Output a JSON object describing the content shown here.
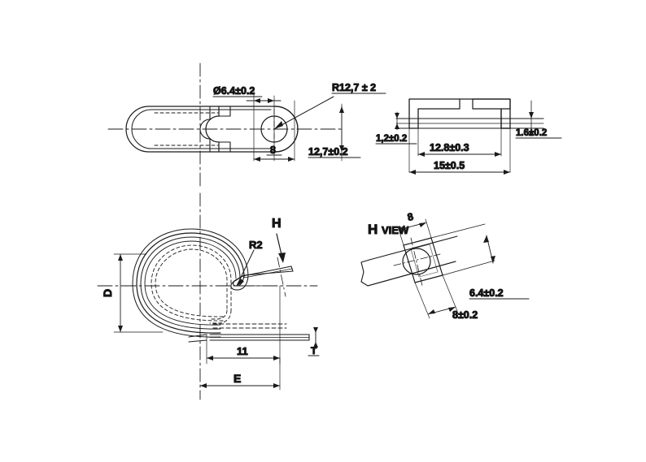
{
  "drawing": {
    "title_domain": "engineering-drawing",
    "background_color": "#ffffff",
    "line_color": "#1a1a1a",
    "views": {
      "plan": {
        "name": "plan-view",
        "annotations": {
          "hole_diameter": "Ø6.4±0.2",
          "corner_radius": "R12,7 ± 2",
          "hole_edge_distance": "8",
          "strap_width": "12,7±0.2"
        }
      },
      "section": {
        "name": "section-view",
        "annotations": {
          "wall_left": "1,2±0.2",
          "wall_right": "1.6±0.2",
          "inner_width": "12.8±0.3",
          "outer_width": "15±0.5"
        }
      },
      "side": {
        "name": "side-view",
        "annotations": {
          "diameter": "D",
          "bend_radius": "R2",
          "view_arrow": "H",
          "thickness": "T",
          "leg_length": "11",
          "overall_length": "E"
        }
      },
      "h_view": {
        "name": "h-view-detail",
        "annotations": {
          "title_bold": "H",
          "title_rest": "VIEW",
          "slot_width": "8",
          "hole_diameter": "6.4±0.2",
          "pad_width": "8±0.2"
        }
      }
    }
  }
}
